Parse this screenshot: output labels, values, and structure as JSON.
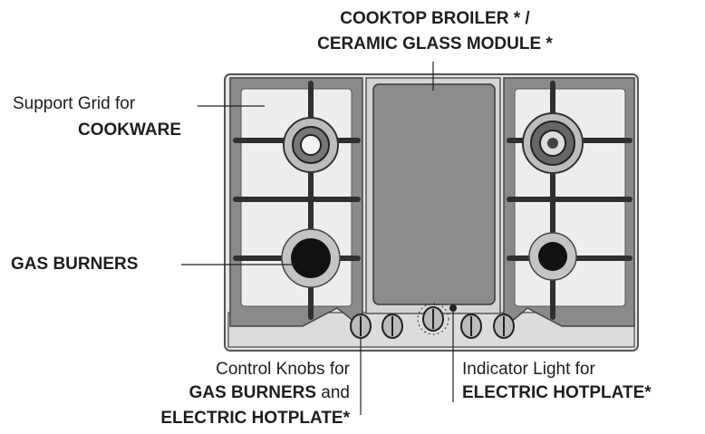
{
  "labels": {
    "top_title_line1": "COOKTOP BROILER * /",
    "top_title_line2": "CERAMIC GLASS MODULE *",
    "support_grid_line1": "Support Grid for",
    "support_grid_line2": "COOKWARE",
    "gas_burners": "GAS BURNERS",
    "control_knobs_line1": "Control Knobs for",
    "control_knobs_line2_bold": "GAS BURNERS",
    "control_knobs_line2_plain": " and",
    "control_knobs_line3": "ELECTRIC HOTPLATE*",
    "indicator_line1": "Indicator Light for",
    "indicator_line2": "ELECTRIC HOTPLATE*"
  },
  "colors": {
    "frame": "#7a7a7a",
    "frame_dark": "#4a4a4a",
    "plate": "#e9e9e9",
    "glass": "#8c8c8c",
    "grid": "#3a3a3a",
    "burner_cap": "#111111",
    "text": "#1e1e1e"
  },
  "icons": [
    "burner-icon",
    "control-knob-icon",
    "indicator-light-icon"
  ]
}
